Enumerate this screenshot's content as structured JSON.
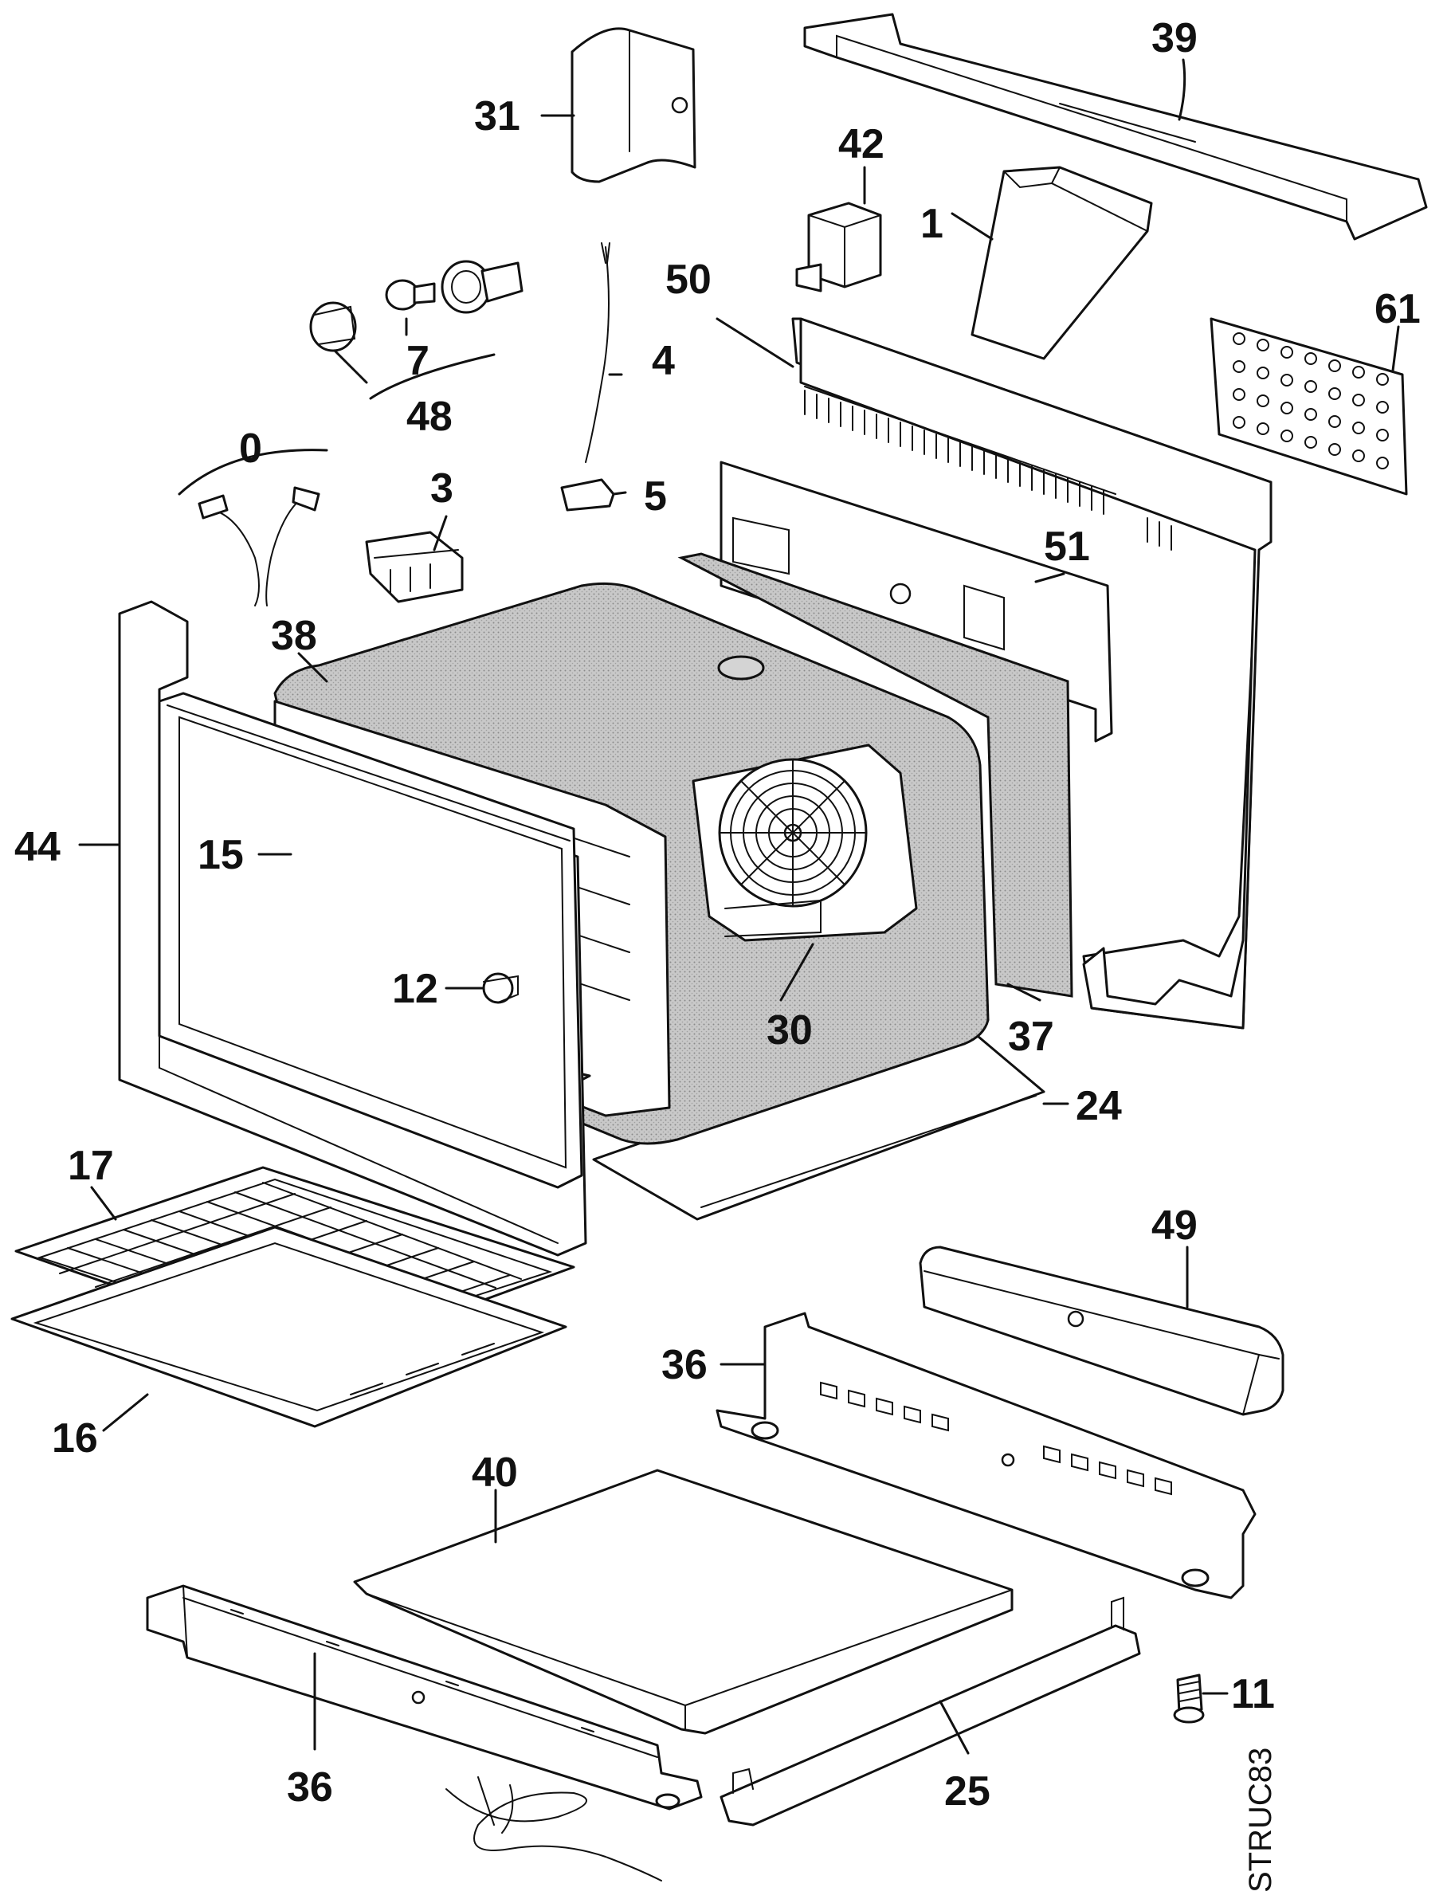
{
  "callouts": {
    "p31": "31",
    "p39": "39",
    "p42": "42",
    "p1": "1",
    "p50": "50",
    "p61": "61",
    "p7": "7",
    "p48": "48",
    "p4": "4",
    "p0": "0",
    "p3": "3",
    "p5": "5",
    "p51": "51",
    "p38": "38",
    "p15": "15",
    "p44": "44",
    "p12": "12",
    "p30": "30",
    "p37": "37",
    "p24": "24",
    "p17": "17",
    "p49": "49",
    "p36a": "36",
    "p16": "16",
    "p40": "40",
    "p11": "11",
    "p36b": "36",
    "p25": "25"
  },
  "drawing_code": "STRUC83"
}
